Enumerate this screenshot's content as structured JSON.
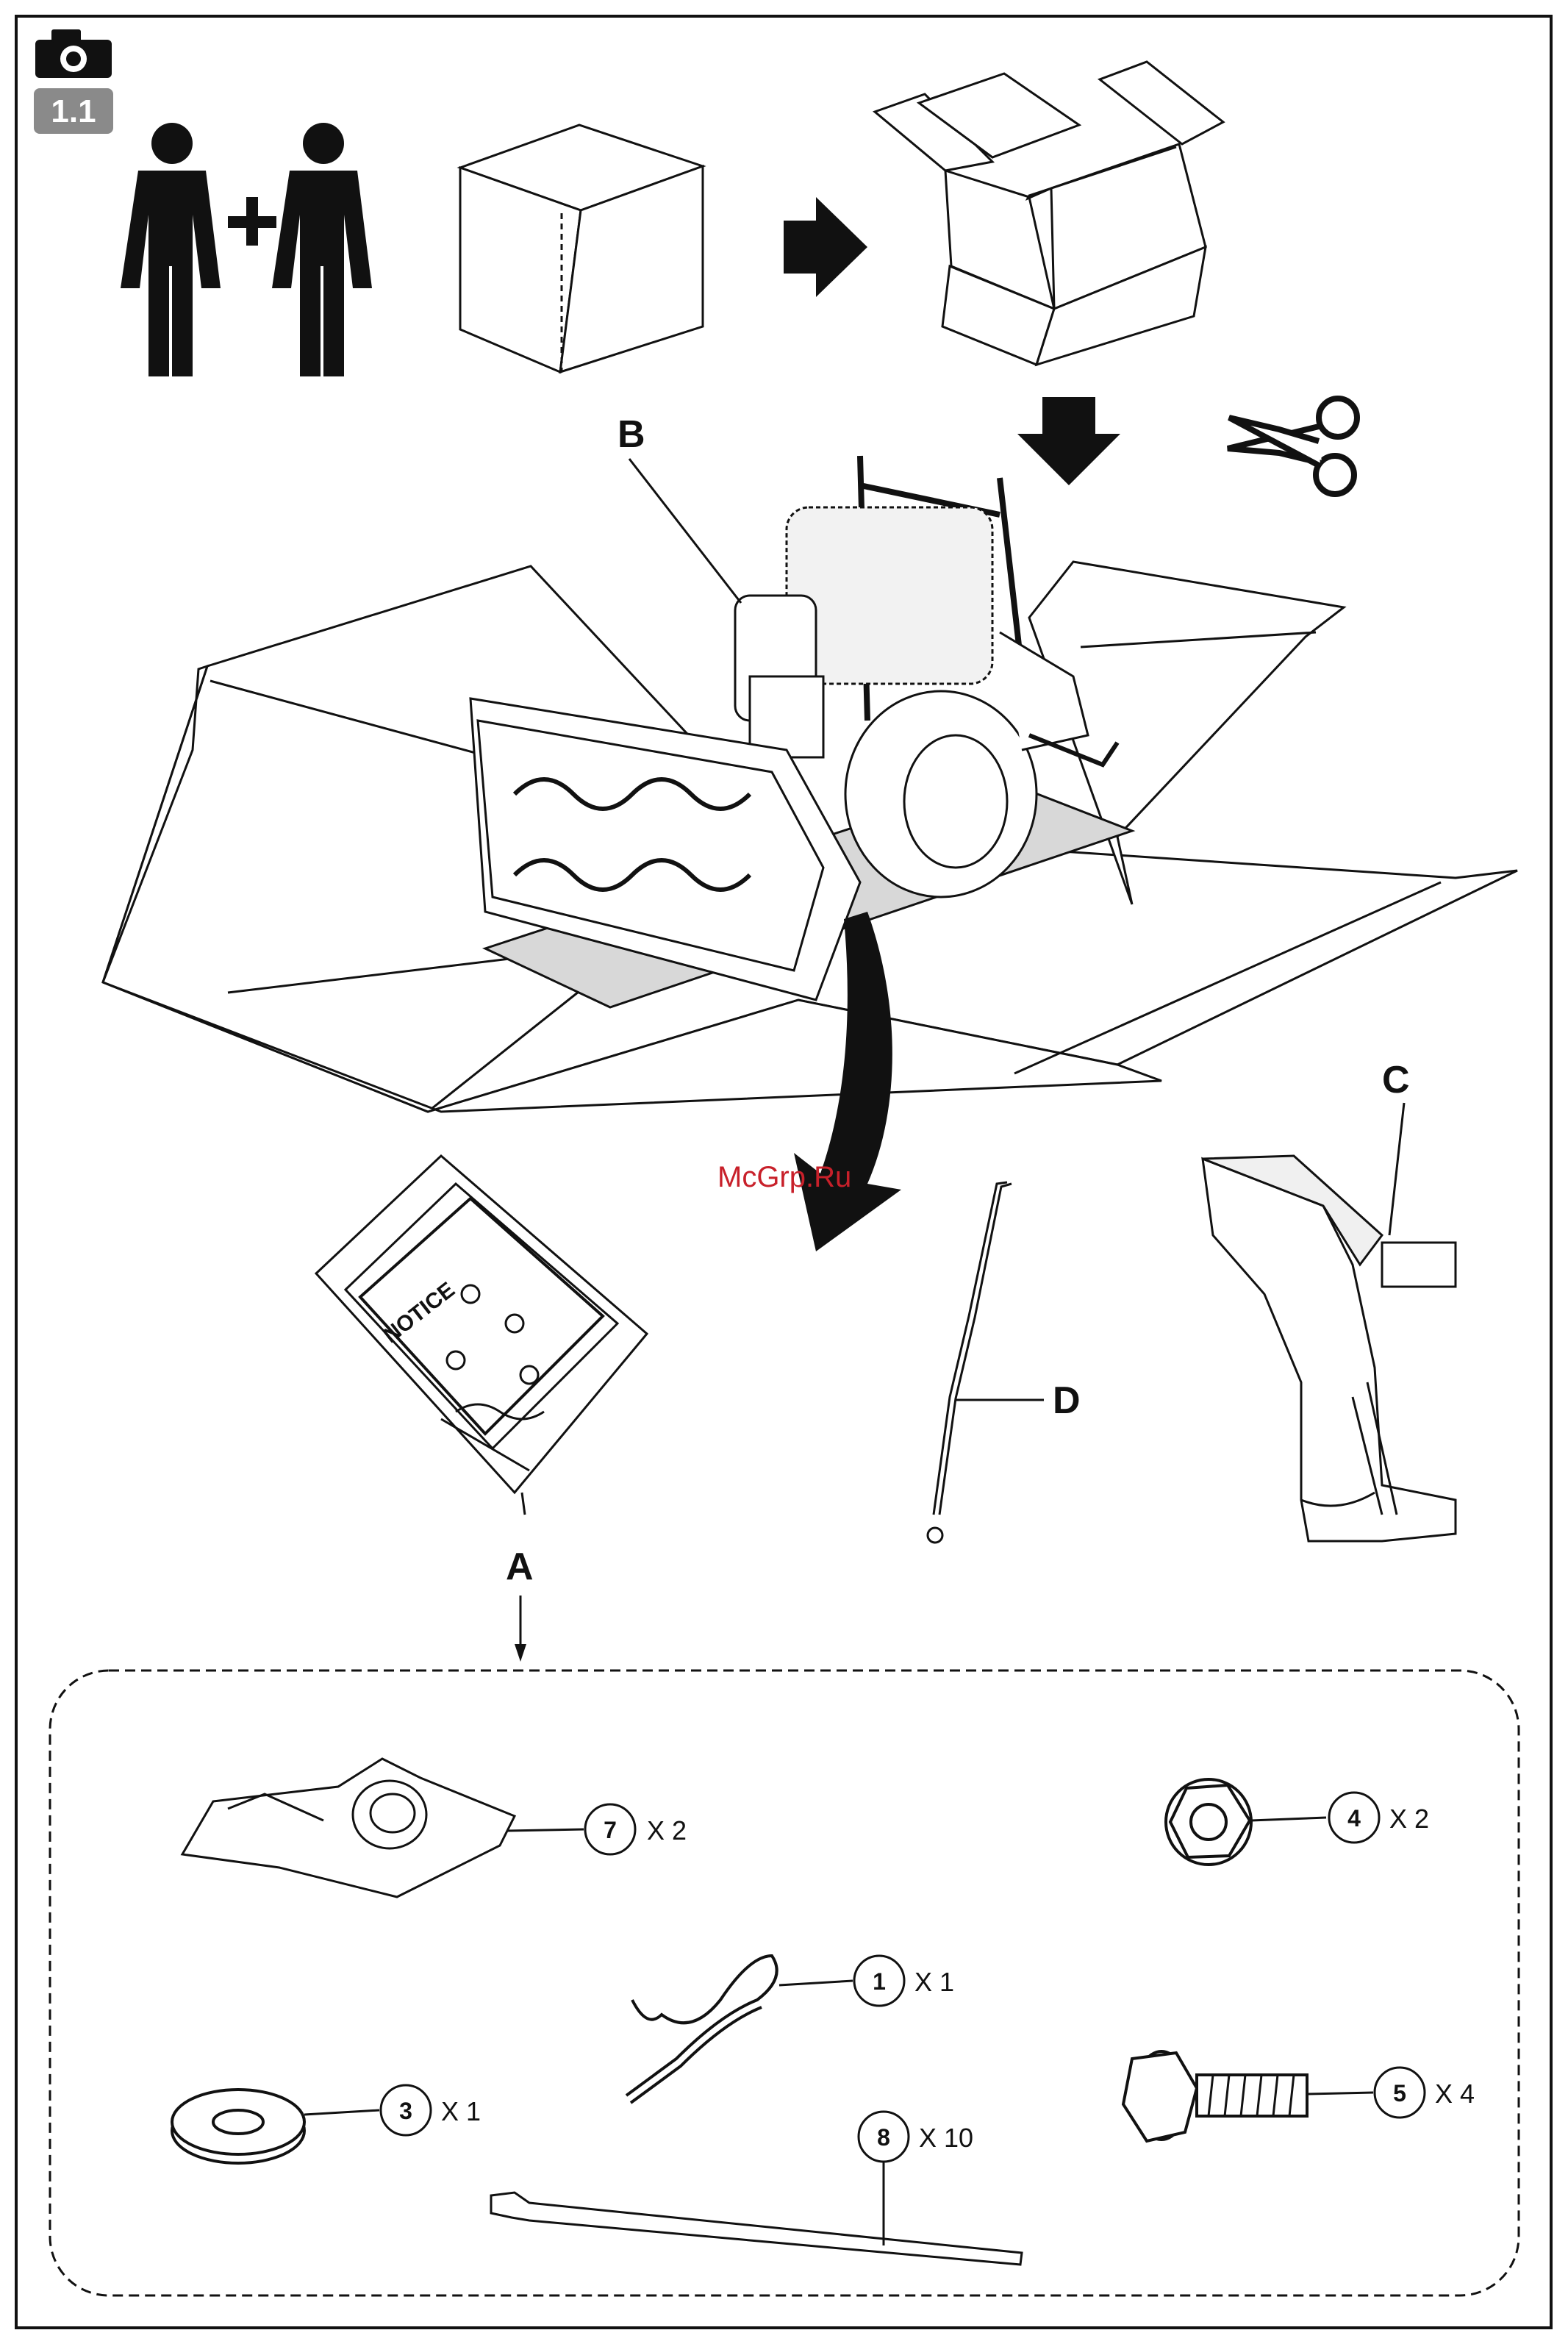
{
  "badge": {
    "step": "1.1"
  },
  "labels": {
    "a": "A",
    "b": "B",
    "c": "C",
    "d": "D"
  },
  "notice": "NOTICE",
  "watermark": "McGrp.Ru",
  "parts": [
    {
      "num": "7",
      "qty": "X 2"
    },
    {
      "num": "4",
      "qty": "X 2"
    },
    {
      "num": "1",
      "qty": "X 1"
    },
    {
      "num": "3",
      "qty": "X 1"
    },
    {
      "num": "5",
      "qty": "X 4"
    },
    {
      "num": "8",
      "qty": "X 10"
    }
  ],
  "icons": [
    "camera-icon",
    "two-people-icon",
    "plus-icon",
    "arrow-right-icon",
    "arrow-down-icon",
    "scissors-icon"
  ]
}
